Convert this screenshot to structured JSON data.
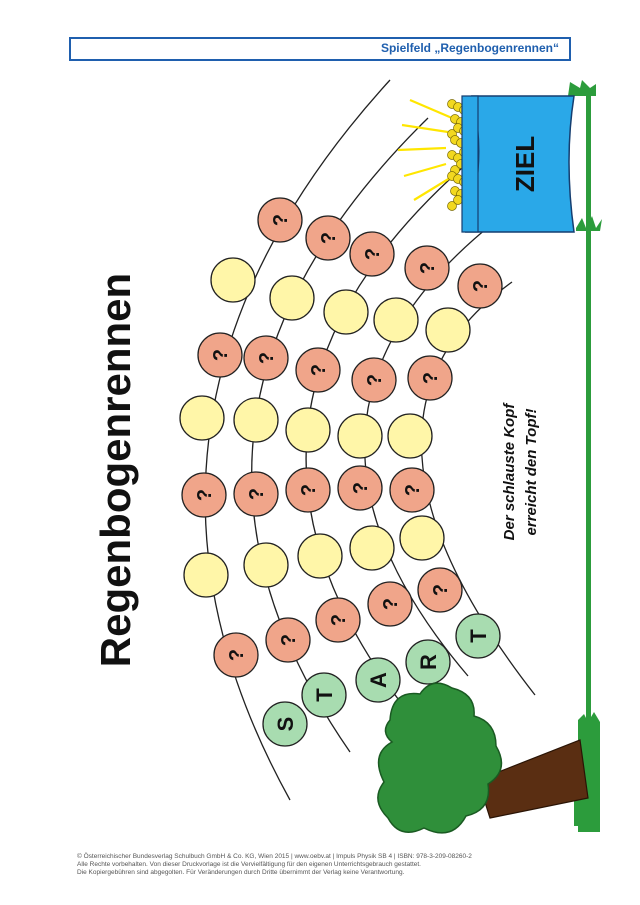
{
  "header": {
    "title": "Spielfeld „Regenbogenrennen“"
  },
  "game": {
    "title": "Regenbogenrennen",
    "goal_label": "ZIEL",
    "slogan_line1": "Der schlauste Kopf",
    "slogan_line2": "erreicht den Topf!",
    "start_letters": [
      "S",
      "T",
      "A",
      "R",
      "T"
    ],
    "question_mark": "?",
    "colors": {
      "question_field": "#f0a58a",
      "plain_field": "#fff6a8",
      "start_field": "#a8dcb0",
      "pot": "#2aa8e8",
      "grass": "#2c9c3c",
      "tree_leaves": "#2f8f3a",
      "trunk": "#5a2e12",
      "gold": "#f2d820",
      "sun_rays": "#ffe600",
      "header_border": "#1f5fae"
    }
  },
  "footer": {
    "line1": "© Österreichischer Bundesverlag Schulbuch GmbH & Co. KG, Wien 2015 | www.oebv.at | Impuls Physik SB 4 | ISBN: 978-3-209-08260-2",
    "line2": "Alle Rechte vorbehalten. Von dieser Druckvorlage ist die Vervielfältigung für den eigenen Unterrichtsgebrauch gestattet.",
    "line3": "Die Kopiergebühren sind abgegolten. Für Veränderungen durch Dritte übernimmt der Verlag keine Verantwortung."
  }
}
